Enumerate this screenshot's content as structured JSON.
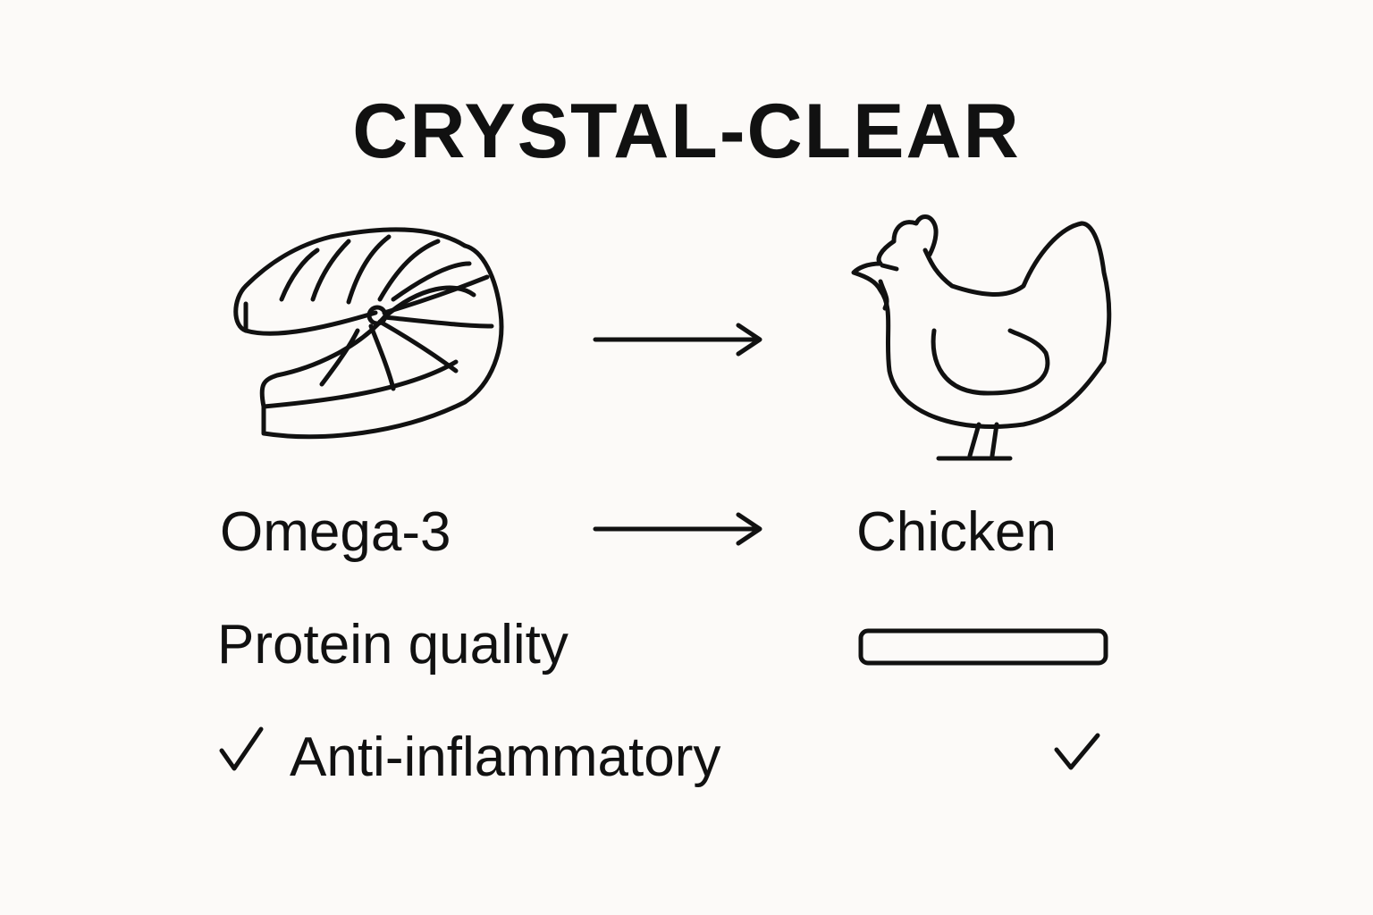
{
  "title": "CRYSTAL-CLEAR",
  "left_label": "Omega-3",
  "right_label": "Chicken",
  "row2_label": "Protein quality",
  "row3_label": "Anti-inflammatory",
  "icons": [
    "salmon-steak-icon",
    "chicken-icon",
    "arrow-right-icon",
    "check-icon",
    "bar-icon"
  ]
}
